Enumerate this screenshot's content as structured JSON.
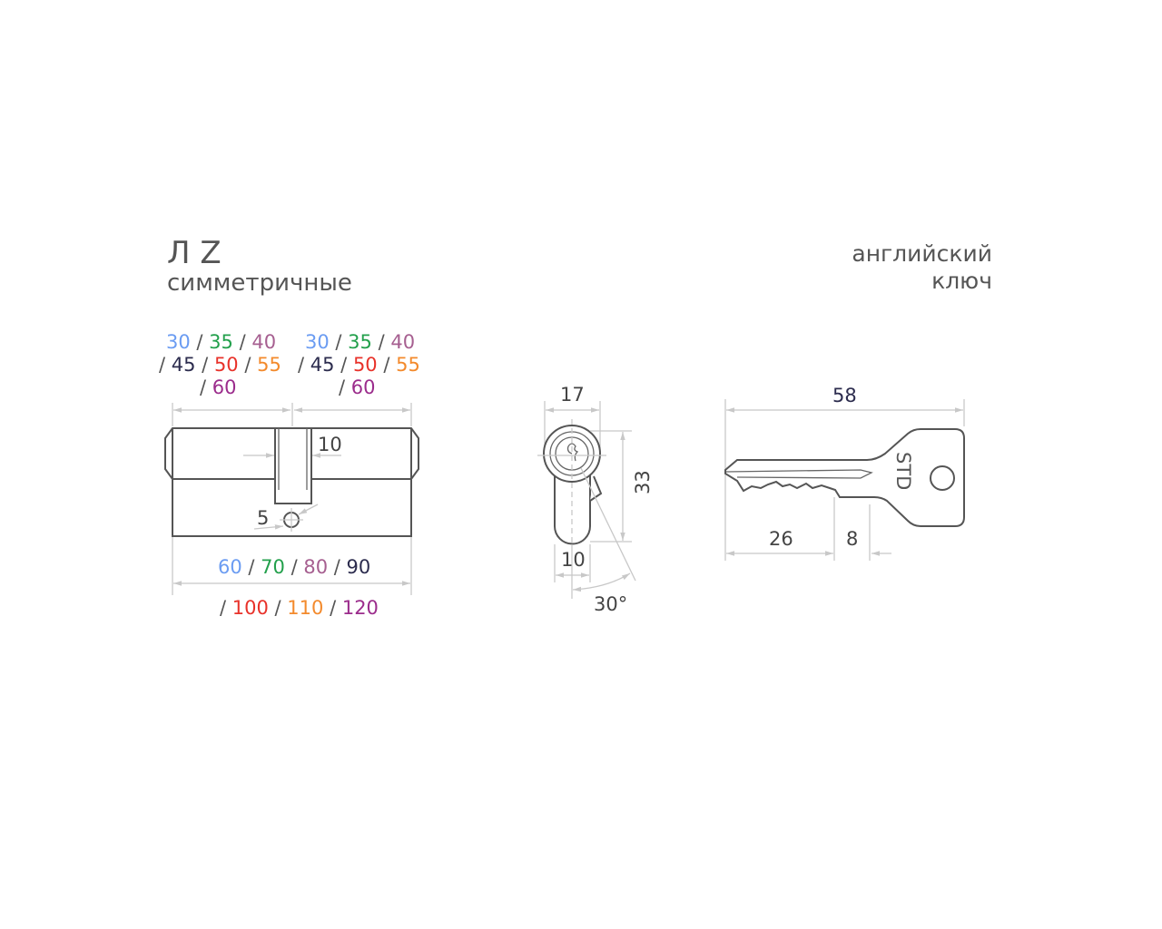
{
  "header": {
    "left_title": "Л Z",
    "left_subtitle": "симметричные",
    "right_line1": "английский",
    "right_line2": "ключ"
  },
  "colors": {
    "blue": "#6b9cf2",
    "green": "#23a04c",
    "mauve": "#a65f90",
    "navy": "#2c2c4e",
    "red": "#e8322a",
    "orange": "#f38a2c",
    "purple": "#9b2c8c",
    "dim_text": "#444444",
    "lines": "#555555"
  },
  "cylinder": {
    "half_sizes_left": [
      "30",
      "35",
      "40",
      "45",
      "50",
      "55",
      "60"
    ],
    "half_sizes_right": [
      "30",
      "35",
      "40",
      "45",
      "50",
      "55",
      "60"
    ],
    "cam_width": "10",
    "screw_hole": "5",
    "total_lengths_row1": [
      "60",
      "70",
      "80",
      "90"
    ],
    "total_lengths_row2": [
      "100",
      "110",
      "120"
    ]
  },
  "profile": {
    "width": "17",
    "height": "33",
    "bottom_width": "10",
    "angle": "30°"
  },
  "key": {
    "length": "58",
    "blade": "26",
    "shoulder": "8",
    "stamp": "STD"
  }
}
